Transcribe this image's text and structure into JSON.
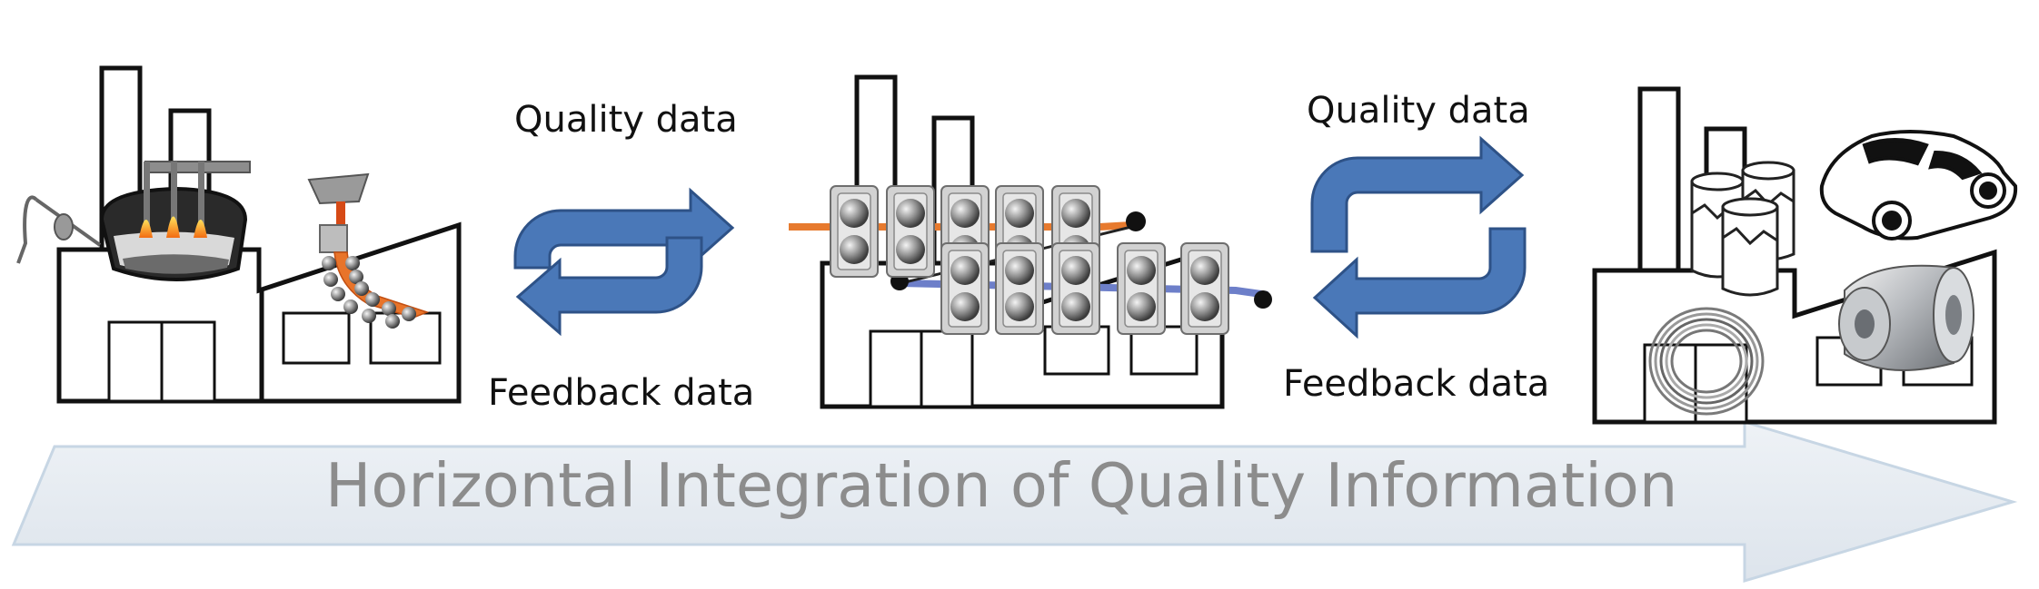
{
  "arrows": {
    "left": {
      "quality_label": "Quality data",
      "feedback_label": "Feedback data"
    },
    "right": {
      "quality_label": "Quality data",
      "feedback_label": "Feedback data"
    }
  },
  "banner": {
    "text": "Horizontal Integration of Quality Information"
  },
  "colors": {
    "arrow_fill": "#4a78b8",
    "arrow_stroke": "#2e5287",
    "banner_fill": "#e9eef3",
    "banner_text": "#8c8c8c",
    "flame": "#f39a1a",
    "strip_orange": "#e77a2e",
    "strip_blue": "#6d7fc9",
    "factory_line": "#111111"
  },
  "icons": {
    "plant_1": "steel-plant-icon",
    "plant_2": "rolling-mill-icon",
    "plant_3": "product-plant-icon"
  }
}
